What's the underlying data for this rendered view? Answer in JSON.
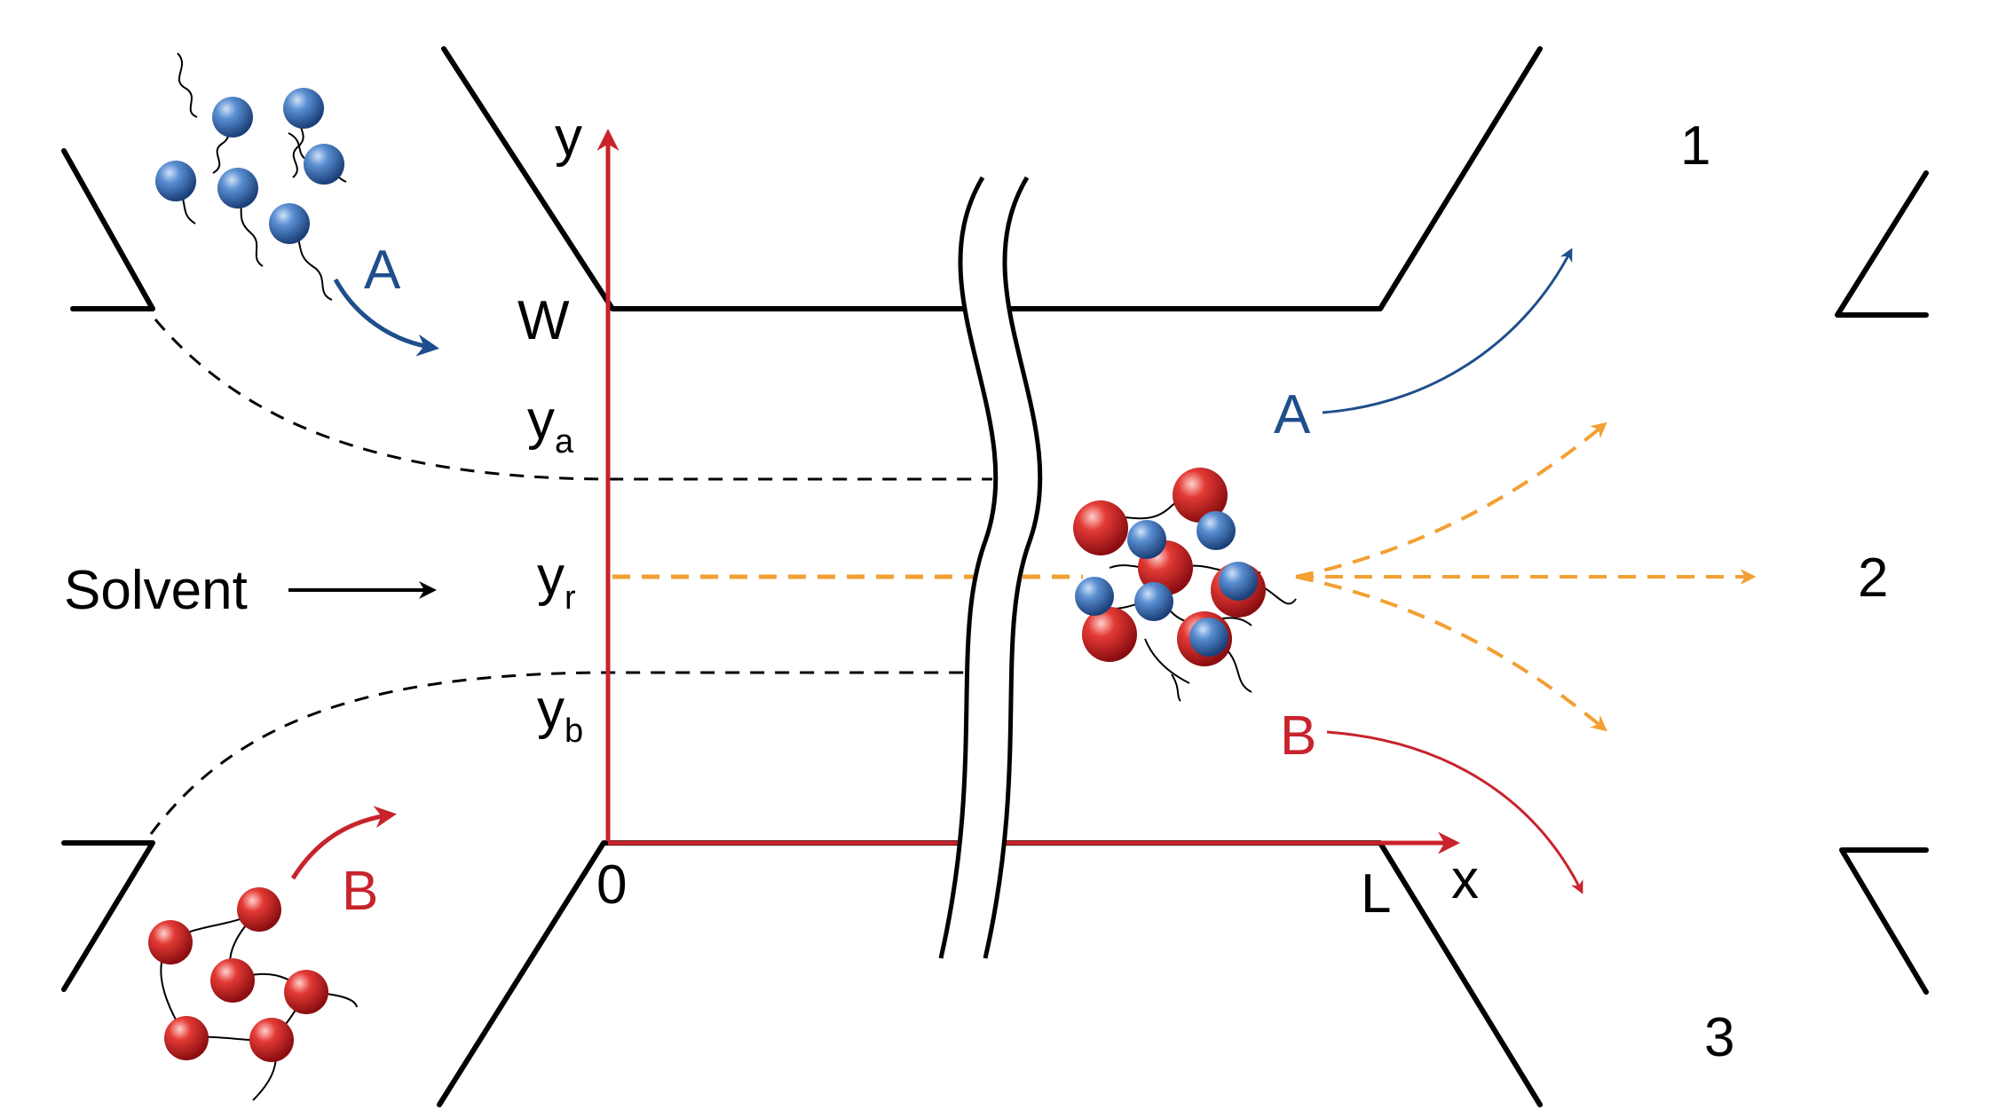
{
  "labels": {
    "axis_y": "y",
    "axis_x": "x",
    "W": "W",
    "origin": "0",
    "L": "L",
    "ya_main": "y",
    "ya_sub": "a",
    "yr_main": "y",
    "yr_sub": "r",
    "yb_main": "y",
    "yb_sub": "b",
    "solvent": "Solvent",
    "inlet_A": "A",
    "inlet_B": "B",
    "outlet_A": "A",
    "outlet_B": "B",
    "outlet_1": "1",
    "outlet_2": "2",
    "outlet_3": "3"
  },
  "colors": {
    "species_A": "#1f4e8c",
    "species_B": "#c8232c",
    "axis": "#c8232c",
    "complex_streamline": "#f2a033",
    "walls": "#000000"
  },
  "icons": {
    "species_A": "blue-sphere-polymer-icon",
    "species_B": "red-sphere-polymer-icon",
    "complex": "mixed-complex-cluster-icon"
  }
}
